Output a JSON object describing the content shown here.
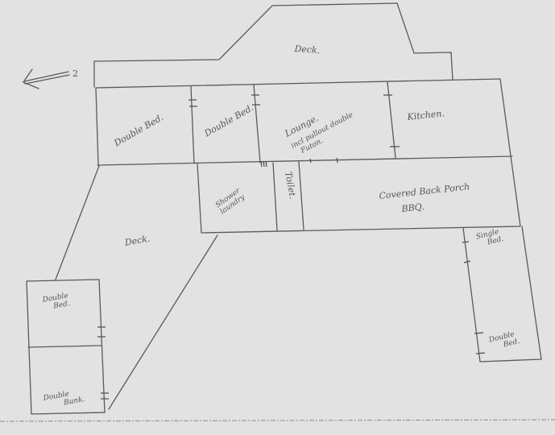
{
  "diagram": {
    "type": "floor-plan-sketch",
    "background": "#e2e2e2",
    "line_color": "#5a5a5a",
    "north_arrow": {
      "label": "2",
      "direction": "left"
    },
    "rooms": {
      "deck_top": {
        "label": "Deck."
      },
      "double_bed_1": {
        "label": "Double Bed."
      },
      "double_bed_2": {
        "label": "Double Bed."
      },
      "lounge": {
        "line1": "Lounge.",
        "line2": "incl pullout double",
        "line3": "Futon."
      },
      "kitchen": {
        "label": "Kitchen."
      },
      "shower_laundry": {
        "line1": "Shower",
        "line2": "laundry"
      },
      "toilet": {
        "label": "Toilet."
      },
      "covered_back_porch": {
        "line1": "Covered Back Porch",
        "line2": "BBQ."
      },
      "single_bed_wing": {
        "line1": "Single",
        "line2": "Bed."
      },
      "double_bed_wing": {
        "line1": "Double",
        "line2": "Bed."
      },
      "deck_left": {
        "label": "Deck."
      },
      "cabin_double_bed": {
        "line1": "Double",
        "line2": "Bed."
      },
      "cabin_double_bunk": {
        "line1": "Double",
        "line2": "Bunk."
      }
    }
  }
}
